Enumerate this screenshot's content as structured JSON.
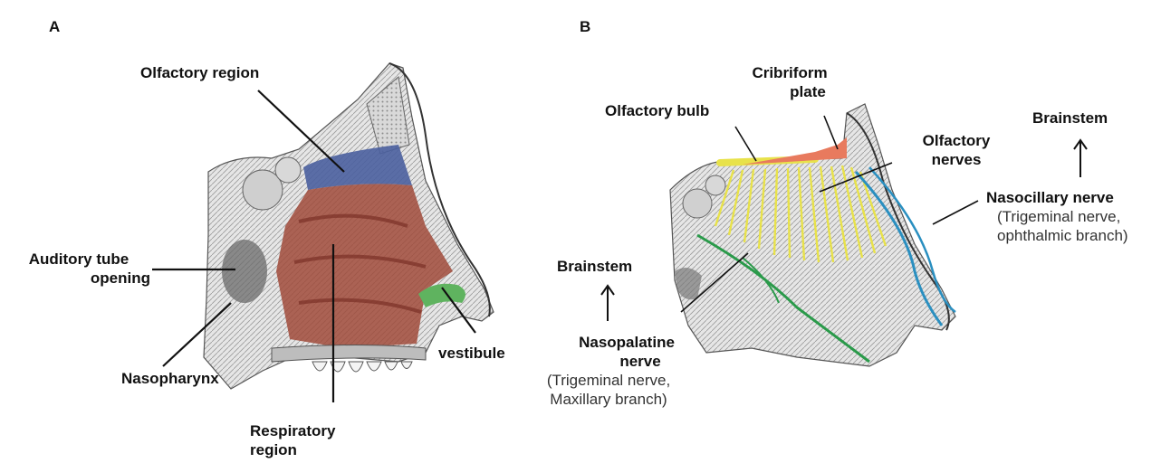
{
  "panel_a": {
    "letter": "A",
    "labels": {
      "olfactory_region": "Olfactory region",
      "auditory_tube_line1": "Auditory tube",
      "auditory_tube_line2": "opening",
      "nasopharynx": "Nasopharynx",
      "respiratory_line1": "Respiratory",
      "respiratory_line2": "region",
      "vestibule": "vestibule"
    },
    "colors": {
      "olfactory": "#4a5f9e",
      "respiratory": "#a04a3a",
      "vestibule": "#5fb35f"
    }
  },
  "panel_b": {
    "letter": "B",
    "labels": {
      "cribriform_line1": "Cribriform",
      "cribriform_line2": "plate",
      "olfactory_bulb": "Olfactory bulb",
      "olfactory_nerves_line1": "Olfactory",
      "olfactory_nerves_line2": "nerves",
      "brainstem_right": "Brainstem",
      "nasocillary": "Nasocillary nerve",
      "nasocillary_sub1": "(Trigeminal nerve,",
      "nasocillary_sub2": "ophthalmic branch)",
      "brainstem_left": "Brainstem",
      "nasopalatine_line1": "Nasopalatine",
      "nasopalatine_line2": "nerve",
      "nasopalatine_sub1": "(Trigeminal nerve,",
      "nasopalatine_sub2": "Maxillary branch)"
    },
    "colors": {
      "olfactory_nerves": "#e8e24a",
      "cribriform": "#e87a5e",
      "nasocillary": "#2a8fc0",
      "nasopalatine": "#2a9a4a"
    }
  }
}
